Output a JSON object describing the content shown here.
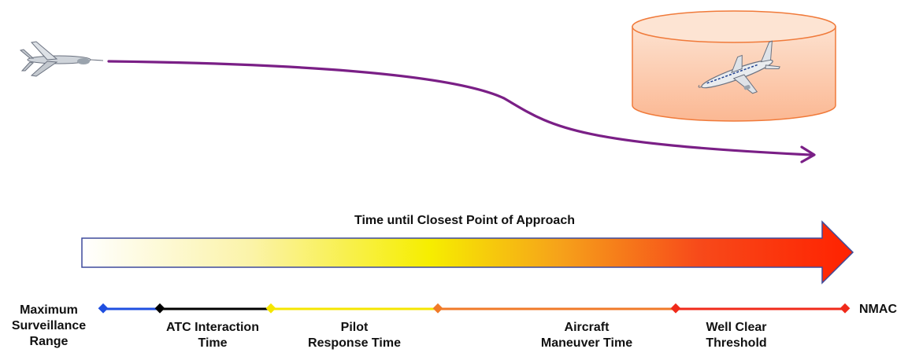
{
  "arrow_title": "Time until Closest Point of Approach",
  "timeline_labels": {
    "max_range": [
      "Maximum",
      "Surveillance",
      "Range"
    ],
    "atc": [
      "ATC Interaction",
      "Time"
    ],
    "pilot": [
      "Pilot",
      "Response Time"
    ],
    "maneuver": [
      "Aircraft",
      "Maneuver Time"
    ],
    "well_clear": [
      "Well Clear",
      "Threshold"
    ],
    "nmac": [
      "NMAC"
    ]
  },
  "colors": {
    "trajectory": "#7a1f86",
    "cylinder_fill": "#fcc6a8",
    "cylinder_stroke": "#f07a3a",
    "seg_blue": "#1f4fe0",
    "seg_black": "#000000",
    "seg_yellow": "#f5e600",
    "seg_orange": "#f07a28",
    "seg_red": "#f02a1a"
  },
  "icons": [
    "drone-icon",
    "airliner-icon"
  ]
}
